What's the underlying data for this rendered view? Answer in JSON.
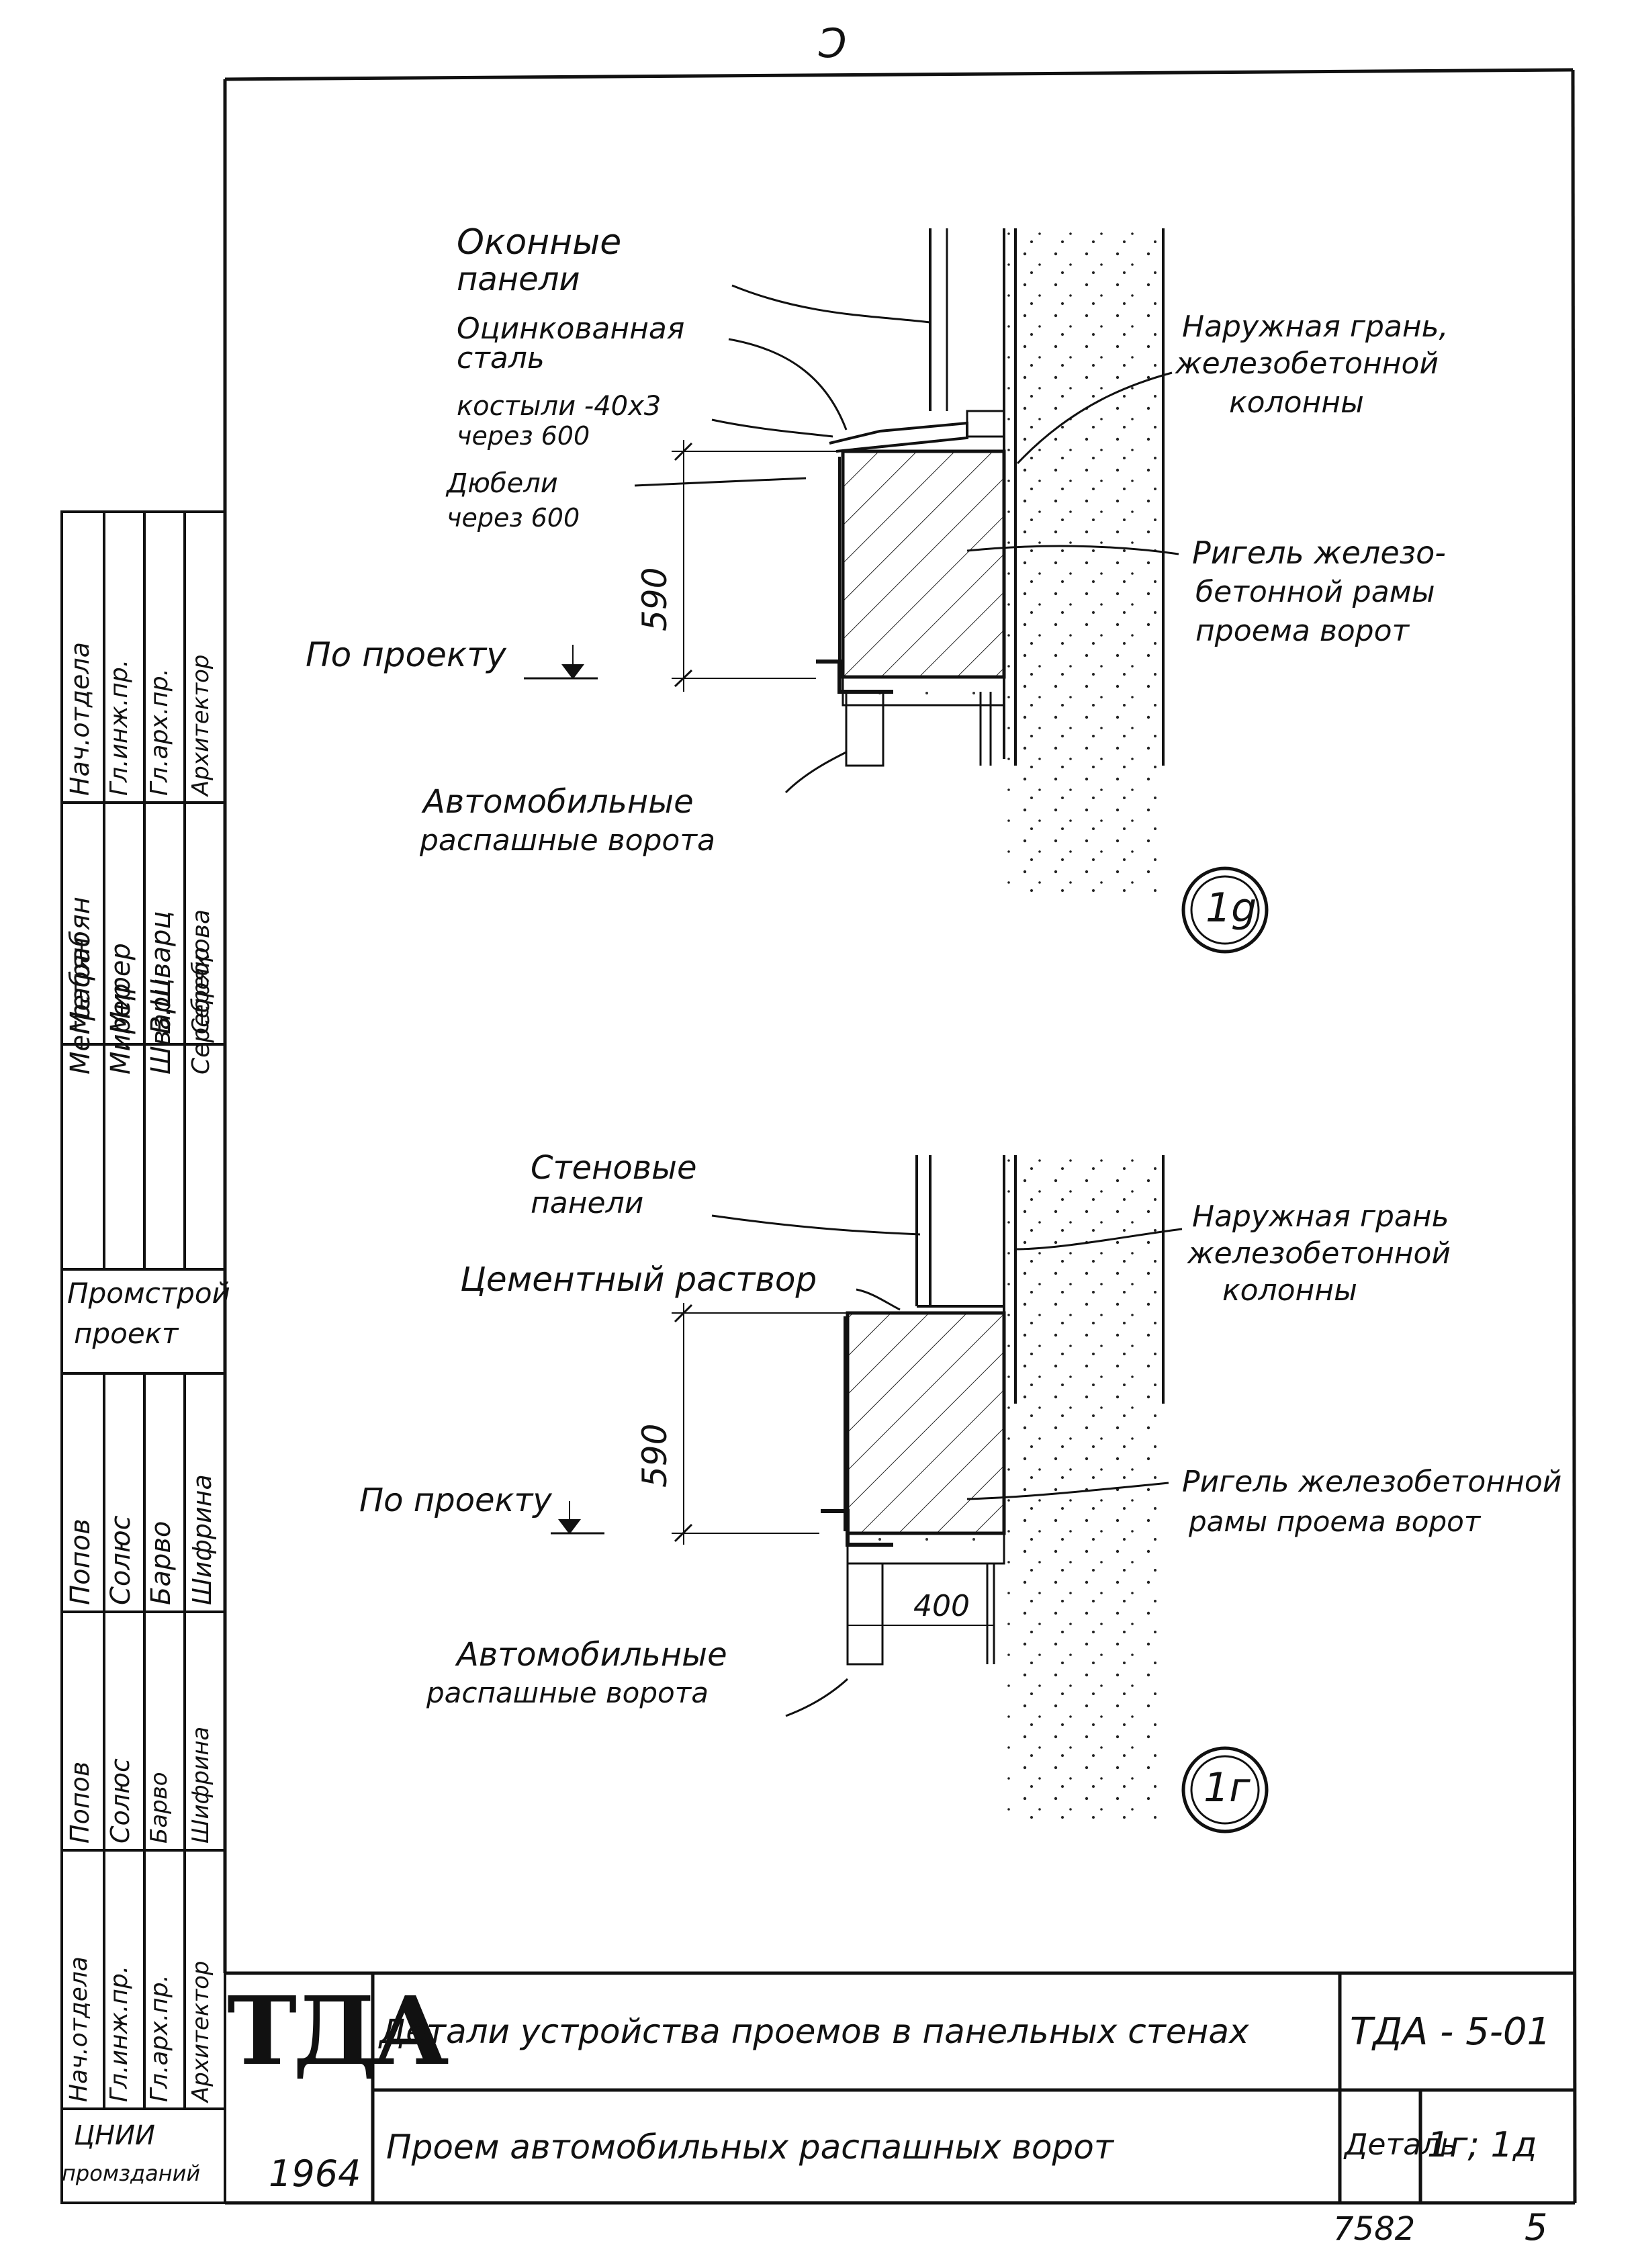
{
  "page": {
    "top_mark": "Ͻ",
    "archive_number": "7582",
    "sheet_number": "5"
  },
  "detail_1d": {
    "label_okonnye_paneli": [
      "Оконные",
      "панели"
    ],
    "label_ocink_stal": [
      "Оцинкованная",
      "сталь"
    ],
    "label_kostyli": [
      "костыли -40х3",
      "через 600"
    ],
    "label_dyubeli": [
      "Дюбели",
      "через 600"
    ],
    "label_naruzhnaya_gran": [
      "Наружная грань,",
      "железобетонной",
      "колонны"
    ],
    "label_rigel": [
      "Ригель железо-",
      "бетонной рамы",
      "проема ворот"
    ],
    "label_po_proektu": "По проекту",
    "label_vorota": [
      "Автомобильные",
      "распашные ворота"
    ],
    "dimension": "590",
    "marker": "1g"
  },
  "detail_1g": {
    "label_stenovye_paneli": [
      "Стеновые",
      "панели"
    ],
    "label_cementnyi_rastvor": "Цементный раствор",
    "label_naruzhnaya_gran": [
      "Наружная грань",
      "железобетонной",
      "колонны"
    ],
    "label_rigel": [
      "Ригель железобетонной",
      "рамы проема ворот"
    ],
    "label_po_proektu": "По проекту",
    "label_vorota": [
      "Автомобильные",
      "распашные ворота"
    ],
    "dimension_vertical": "590",
    "dimension_horizontal": "400",
    "marker": "1г"
  },
  "signature_block_top": {
    "organization": [
      "Промстрой",
      "проект"
    ],
    "roles": [
      "Нач.отдела",
      "Гл.инж.пр.",
      "Гл.арх.пр.",
      "Архитектор"
    ],
    "names": [
      "Меграбян",
      "Мирер",
      "Шварц",
      "Серебрякова"
    ],
    "signatures": [
      "Меграбян",
      "Мирер",
      "В.Шварц",
      "Серебр"
    ]
  },
  "signature_block_bottom": {
    "organization": [
      "ЦНИИ",
      "промзданий"
    ],
    "roles": [
      "Нач.отдела",
      "Гл.инж.пр.",
      "Гл.арх.пр.",
      "Архитектор"
    ],
    "names": [
      "Попов",
      "Солюс",
      "Барво",
      "Шифрина"
    ],
    "signatures": [
      "Попов",
      "Солюс",
      "Барво",
      "Шифрина"
    ]
  },
  "title_block": {
    "series_logo": "ТДА",
    "year": "1964",
    "title_main": "Детали устройства проемов в панельных стенах",
    "title_sub": "Проем автомобильных распашных ворот",
    "code": "ТДА - 5-01",
    "detail_label": "Деталь",
    "detail_numbers": "1г; 1д"
  }
}
